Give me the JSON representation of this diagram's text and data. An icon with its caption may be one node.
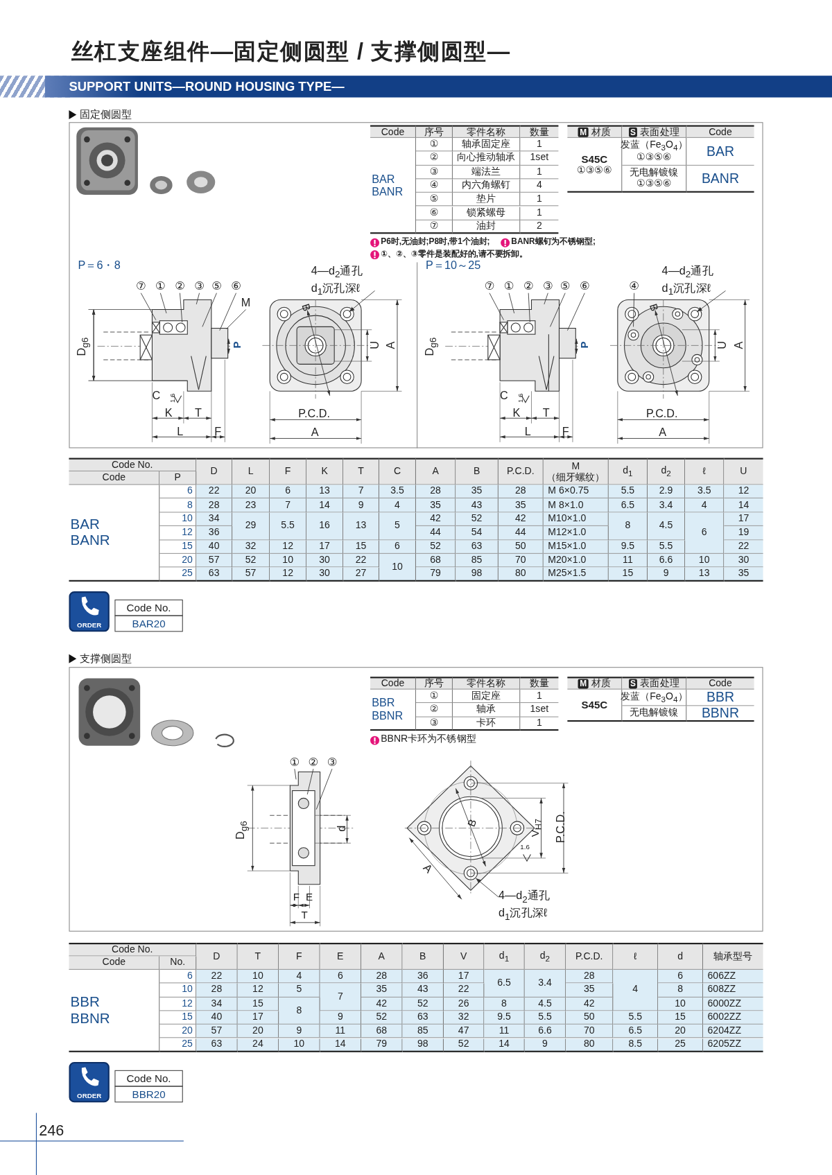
{
  "diagram": {
    "title": "丝杠支座组件—固定侧圆型 / 支撑侧圆型—",
    "nodes": [
      {
        "text": [
          "⑦"
        ]
      },
      {
        "text": [
          "①"
        ]
      },
      {
        "text": [
          "②"
        ]
      },
      {
        "text": [
          "③"
        ]
      },
      {
        "text": [
          "⑤"
        ]
      },
      {
        "text": [
          "⑥"
        ]
      },
      {
        "text": [
          "M"
        ]
      },
      {
        "text": [
          "4—d$_{2}$通孔",
          "d$_{1}$沉孔深ℓ"
        ]
      },
      {
        "text": [
          "⑦"
        ]
      },
      {
        "text": [
          "①"
        ]
      },
      {
        "text": [
          "②"
        ]
      },
      {
        "text": [
          "③"
        ]
      },
      {
        "text": [
          "⑤"
        ]
      },
      {
        "text": [
          "⑥"
        ]
      },
      {
        "text": [
          "④"
        ]
      },
      {
        "text": [
          "4—d$_{2}$通孔",
          "d$_{1}$沉孔深ℓ"
        ]
      },
      {
        "text": [
          "①"
        ]
      },
      {
        "text": [
          "②"
        ]
      },
      {
        "text": [
          "③"
        ]
      },
      {
        "text": [
          "4—d$_{2}$通孔",
          "d$_{1}$沉孔深ℓ"
        ]
      },
      {
        "text": [],
        "shape": "picture"
      },
      {
        "text": [],
        "shape": "picture"
      },
      {
        "text": [],
        "shape": "picture"
      },
      {
        "text": [],
        "shape": "picture"
      },
      {
        "text": [],
        "shape": "picture"
      },
      {
        "text": [],
        "shape": "picture"
      }
    ],
    "edges": [
      {
        "from": 0,
        "to": 20,
        "arrow": "none"
      },
      {
        "from": 1,
        "to": 20,
        "arrow": "none"
      },
      {
        "from": 2,
        "to": 20,
        "arrow": "none"
      },
      {
        "from": 3,
        "to": 20,
        "arrow": "none"
      },
      {
        "from": 4,
        "to": 20,
        "arrow": "none"
      },
      {
        "from": 5,
        "to": 20,
        "arrow": "none"
      },
      {
        "from": 6,
        "to": 20,
        "arrow": "none"
      },
      {
        "from": 7,
        "to": 21,
        "arrow": "to"
      },
      {
        "from": 8,
        "to": 22,
        "arrow": "none"
      },
      {
        "from": 9,
        "to": 22,
        "arrow": "none"
      },
      {
        "from": 10,
        "to": 22,
        "arrow": "none"
      },
      {
        "from": 11,
        "to": 22,
        "arrow": "none"
      },
      {
        "from": 12,
        "to": 22,
        "arrow": "none"
      },
      {
        "from": 13,
        "to": 22,
        "arrow": "none"
      },
      {
        "from": 14,
        "to": 23,
        "arrow": "none"
      },
      {
        "from": 15,
        "to": 23,
        "arrow": "to"
      },
      {
        "from": 16,
        "to": 24,
        "arrow": "none"
      },
      {
        "from": 17,
        "to": 24,
        "arrow": "none"
      },
      {
        "from": 18,
        "to": 24,
        "arrow": "none"
      },
      {
        "from": 19,
        "to": 25,
        "arrow": "to"
      }
    ],
    "labels": [
      "SUPPORT UNITS—ROUND HOUSING TYPE—",
      "固定侧圆型",
      "Code",
      "序号",
      "零件名称",
      "数量",
      "BAR BANR",
      "①",
      "轴承固定座",
      "1",
      "②",
      "向心推动轴承",
      "1set",
      "③",
      "端法兰",
      "1",
      "④",
      "内六角螺钉",
      "4",
      "⑤",
      "垫片",
      "1",
      "⑥",
      "锁紧螺母",
      "1",
      "⑦",
      "油封",
      "2",
      "M",
      "材质",
      "S",
      "表面处理",
      "Code",
      "S45C",
      "①③⑤⑥",
      "发蓝（Fe$_{3}$O$_{4}$）",
      "①③⑤⑥",
      "BAR",
      "无电解镀镍",
      "①③⑤⑥",
      "BANR",
      "P6时,无油封;P8时,带1个油封;",
      "BANR螺钉为不锈钢型;",
      "①、②、③零件是装配好的,请不要拆卸。",
      "P＝6・8",
      "D$_{g6}$",
      "P",
      "C",
      "1.6",
      "K",
      "T",
      "L",
      "F",
      "B",
      "U",
      "A",
      "P.C.D.",
      "A",
      "P＝10～25",
      "D$_{g6}$",
      "P",
      "C",
      "1.6",
      "K",
      "T",
      "L",
      "F",
      "B",
      "U",
      "A",
      "P.C.D.",
      "A",
      "Code No.",
      "D",
      "L",
      "F",
      "K",
      "T",
      "C",
      "A",
      "B",
      "P.C.D.",
      "M",
      "（细牙螺纹）",
      "d$_{1}$",
      "d$_{2}$",
      "ℓ",
      "U",
      "Code",
      "P",
      "BAR BANR",
      "6",
      "22",
      "20",
      "6",
      "13",
      "7",
      "3.5",
      "28",
      "35",
      "28",
      "M 6×0.75",
      "5.5",
      "2.9",
      "3.5",
      "12",
      "8",
      "28",
      "23",
      "7",
      "14",
      "9",
      "4",
      "35",
      "43",
      "35",
      "M 8×1.0",
      "6.5",
      "3.4",
      "4",
      "14",
      "10",
      "34",
      "29",
      "5.5",
      "16",
      "13",
      "5",
      "42",
      "52",
      "42",
      "M10×1.0",
      "8",
      "4.5",
      "6",
      "17",
      "12",
      "36",
      "44",
      "54",
      "44",
      "M12×1.0",
      "19",
      "15",
      "40",
      "32",
      "12",
      "17",
      "15",
      "6",
      "52",
      "63",
      "50",
      "M15×1.0",
      "9.5",
      "5.5",
      "22",
      "20",
      "57",
      "52",
      "10",
      "30",
      "22",
      "10",
      "68",
      "85",
      "70",
      "M20×1.0",
      "11",
      "6.6",
      "10",
      "30",
      "25",
      "63",
      "57",
      "12",
      "30",
      "27",
      "79",
      "98",
      "80",
      "M25×1.5",
      "15",
      "9",
      "13",
      "35",
      "ORDER",
      "Code No.",
      "BAR20",
      "支撑侧圆型",
      "Code",
      "序号",
      "零件名称",
      "数量",
      "BBR BBNR",
      "①",
      "固定座",
      "1",
      "②",
      "轴承",
      "1set",
      "③",
      "卡环",
      "1",
      "M",
      "材质",
      "S",
      "表面处理",
      "Code",
      "S45C",
      "发蓝（Fe$_{3}$O$_{4}$）",
      "BBR",
      "无电解镀镍",
      "BBNR",
      "BBNR卡环为不锈钢型",
      "D$_{g6}$",
      "d",
      "F",
      "E",
      "T",
      "B",
      "V$_{H7}$",
      "P.C.D.",
      "1.6",
      "A",
      "Code No.",
      "D",
      "T",
      "F",
      "E",
      "A",
      "B",
      "V",
      "d$_{1}$",
      "d$_{2}$",
      "P.C.D.",
      "ℓ",
      "d",
      "轴承型号",
      "Code",
      "No.",
      "BBR BBNR",
      "6",
      "22",
      "10",
      "4",
      "6",
      "28",
      "36",
      "17",
      "6.5",
      "3.4",
      "28",
      "4",
      "6",
      "606ZZ",
      "10",
      "28",
      "12",
      "5",
      "7",
      "35",
      "43",
      "22",
      "35",
      "8",
      "608ZZ",
      "12",
      "34",
      "15",
      "8",
      "42",
      "52",
      "26",
      "8",
      "4.5",
      "42",
      "10",
      "6000ZZ",
      "15",
      "40",
      "17",
      "9",
      "52",
      "63",
      "32",
      "9.5",
      "5.5",
      "50",
      "5.5",
      "15",
      "6002ZZ",
      "20",
      "57",
      "20",
      "9",
      "11",
      "68",
      "85",
      "47",
      "11",
      "6.6",
      "70",
      "6.5",
      "20",
      "6204ZZ",
      "25",
      "63",
      "24",
      "10",
      "14",
      "79",
      "98",
      "52",
      "14",
      "9",
      "80",
      "8.5",
      "25",
      "6205ZZ",
      "ORDER",
      "Code No.",
      "BBR20",
      "246"
    ]
  }
}
